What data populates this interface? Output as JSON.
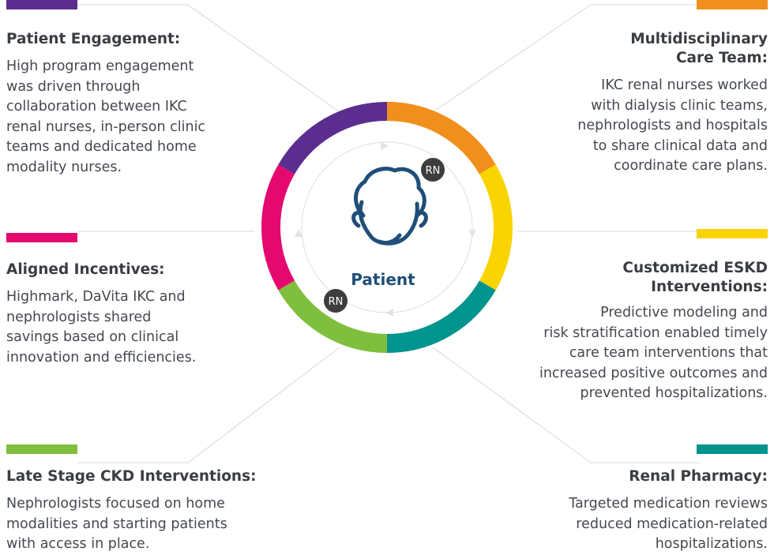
{
  "colors": {
    "purple": "#5b2d8e",
    "orange": "#f18f1c",
    "yellow": "#f9d400",
    "teal": "#00948f",
    "green": "#80bf3d",
    "magenta": "#e5096f",
    "navy": "#1f4e79",
    "rn_badge": "#3d3d3d",
    "line": "#d8d8d8"
  },
  "center": {
    "label": "Patient",
    "icon": "patient-face-icon",
    "badges": [
      "RN",
      "RN"
    ]
  },
  "blocks": [
    {
      "id": "patient-engagement",
      "color": "purple",
      "title": "Patient Engagement:",
      "body": "High program engagement\nwas driven through\ncollaboration between IKC\nrenal nurses, in-person clinic\nteams and dedicated home\nmodality nurses."
    },
    {
      "id": "aligned-incentives",
      "color": "magenta",
      "title": "Aligned Incentives:",
      "body": "Highmark, DaVita IKC and\nnephrologists shared\nsavings based on clinical\ninnovation and efficiencies."
    },
    {
      "id": "late-stage-ckd",
      "color": "green",
      "title": "Late Stage CKD Interventions:",
      "body": "Nephrologists focused on home\nmodalities and starting patients\nwith access in place."
    },
    {
      "id": "multidisciplinary-care-team",
      "color": "orange",
      "title": "Multidisciplinary\nCare Team:",
      "body": "IKC renal nurses worked\nwith dialysis clinic teams,\nnephrologists and hospitals\nto share clinical data and\ncoordinate care plans."
    },
    {
      "id": "customized-eskd",
      "color": "yellow",
      "title": "Customized ESKD\nInterventions:",
      "body": "Predictive modeling and\nrisk stratification enabled timely\ncare team interventions that\nincreased positive outcomes and\nprevented hospitalizations."
    },
    {
      "id": "renal-pharmacy",
      "color": "teal",
      "title": "Renal Pharmacy:",
      "body": "Targeted medication reviews\nreduced medication-related\nhospitalizations."
    }
  ]
}
